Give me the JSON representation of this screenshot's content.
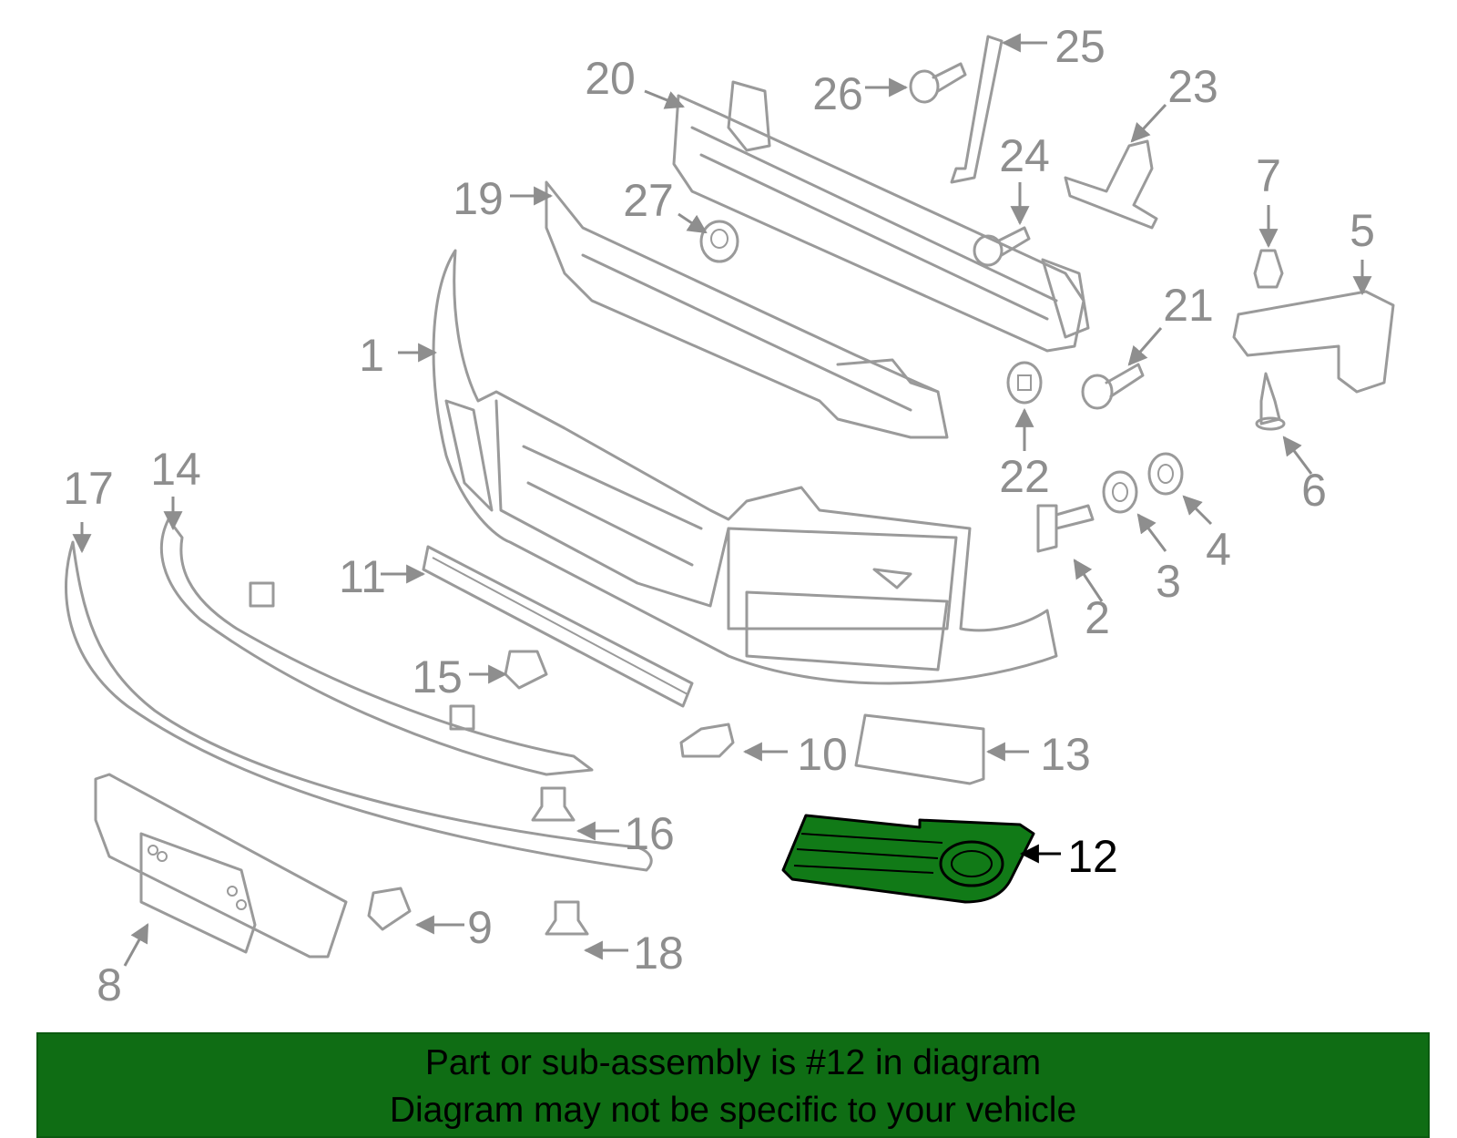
{
  "colors": {
    "background": "#ffffff",
    "part_outline": "#9a9a9a",
    "callout_text": "#8e8e8e",
    "highlight_fill": "#117a17",
    "highlight_outline": "#000000",
    "banner_fill": "#0f6d14",
    "banner_text": "#000000"
  },
  "callouts": [
    "1",
    "2",
    "3",
    "4",
    "5",
    "6",
    "7",
    "8",
    "9",
    "10",
    "11",
    "12",
    "13",
    "14",
    "15",
    "16",
    "17",
    "18",
    "19",
    "20",
    "21",
    "22",
    "23",
    "24",
    "25",
    "26",
    "27"
  ],
  "highlighted_part": "12",
  "banner": {
    "line1": "Part or sub-assembly is #12 in diagram",
    "line2": "Diagram may not be specific to your vehicle"
  }
}
